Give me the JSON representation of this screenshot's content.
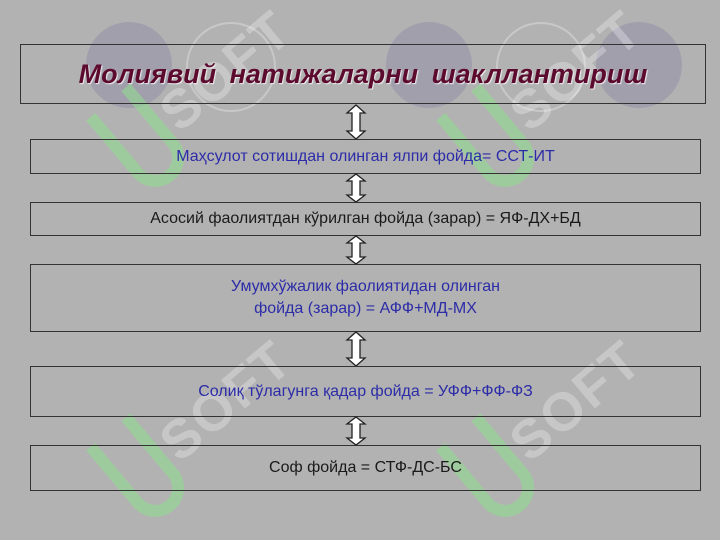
{
  "title": "Молиявий  натижаларни  шакллантириш",
  "boxes": [
    {
      "text": "Маҳсулот  сотишдан   олинган  ялпи  фойда= ССТ-ИТ"
    },
    {
      "text": "Асосий  фаолиятдан  кўрилган  фойда (зарар) = ЯФ-ДХ+БД"
    },
    {
      "line1": "Умумхўжалик    фаолиятидан    олинган",
      "line2": "фойда (зарар) = АФФ+МД-МХ"
    },
    {
      "text": "Солиқ  тўлагунга  қадар  фойда  = УФФ+ФФ-ФЗ"
    },
    {
      "text": "Соф  фойда  =  СТФ-ДС-БС"
    }
  ],
  "colors": {
    "background": "#b2b2b2",
    "title": "#5c0a2e",
    "blue_text": "#2c2ca8",
    "dark_text": "#1a1a1a"
  },
  "watermark": "SOFT"
}
